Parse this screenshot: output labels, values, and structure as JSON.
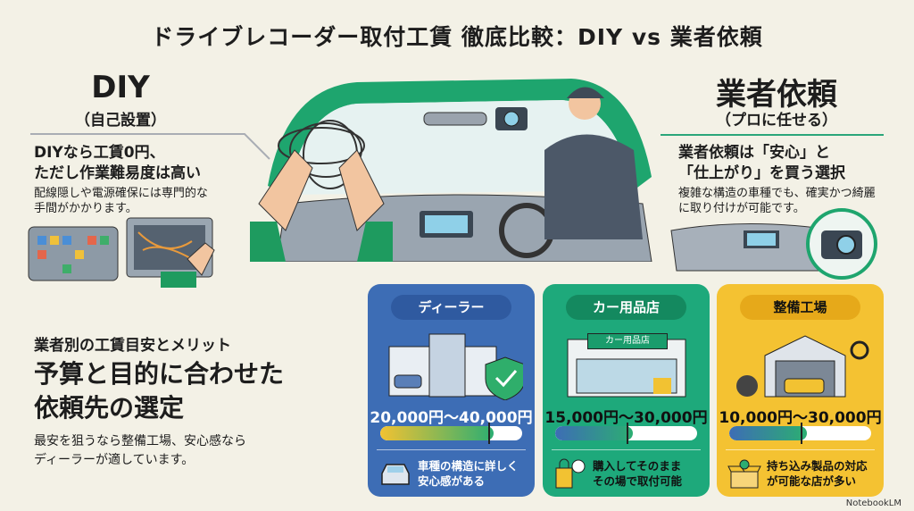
{
  "title": "ドライブレコーダー取付工賃 徹底比較：DIY vs 業者依頼",
  "diy": {
    "heading": "DIY",
    "sub": "（自己設置）",
    "lead1": "DIYなら工賃0円、",
    "lead2": "ただし作業難易度は高い",
    "desc1": "配線隠しや電源確保には専門的な",
    "desc2": "手間がかかります。"
  },
  "pro": {
    "heading": "業者依頼",
    "sub": "（プロに任せる）",
    "lead1": "業者依頼は「安心」と",
    "lead2": "「仕上がり」を買う選択",
    "desc1": "複雑な構造の車種でも、確実かつ綺麗",
    "desc2": "に取り付けが可能です。"
  },
  "summary": {
    "kicker": "業者別の工賃目安とメリット",
    "head1": "予算と目的に合わせた",
    "head2": "依頼先の選定",
    "desc1": "最安を狙うなら整備工場、安心感なら",
    "desc2": "ディーラーが適しています。"
  },
  "cards": [
    {
      "name": "ディーラー",
      "price": "20,000円〜40,000円",
      "level": 0.8,
      "marker": 0.76,
      "merit1": "車種の構造に詳しく",
      "merit2": "安心感がある",
      "color": "#3d6db5",
      "header": "#2f5aa0",
      "icon": "car-icon"
    },
    {
      "name": "カー用品店",
      "sign": "カー用品店",
      "price": "15,000円〜30,000円",
      "level": 0.55,
      "marker": 0.5,
      "merit1": "購入してそのまま",
      "merit2": "その場で取付可能",
      "color": "#1ea97b",
      "header": "#14895f",
      "icon": "shopping-bag-clock-icon"
    },
    {
      "name": "整備工場",
      "price": "10,000円〜30,000円",
      "level": 0.55,
      "marker": 0.5,
      "merit1": "持ち込み製品の対応",
      "merit2": "が可能な店が多い",
      "color": "#f4c232",
      "header": "#e6a91a",
      "icon": "box-gear-icon"
    }
  ],
  "brand": "NotebookLM"
}
